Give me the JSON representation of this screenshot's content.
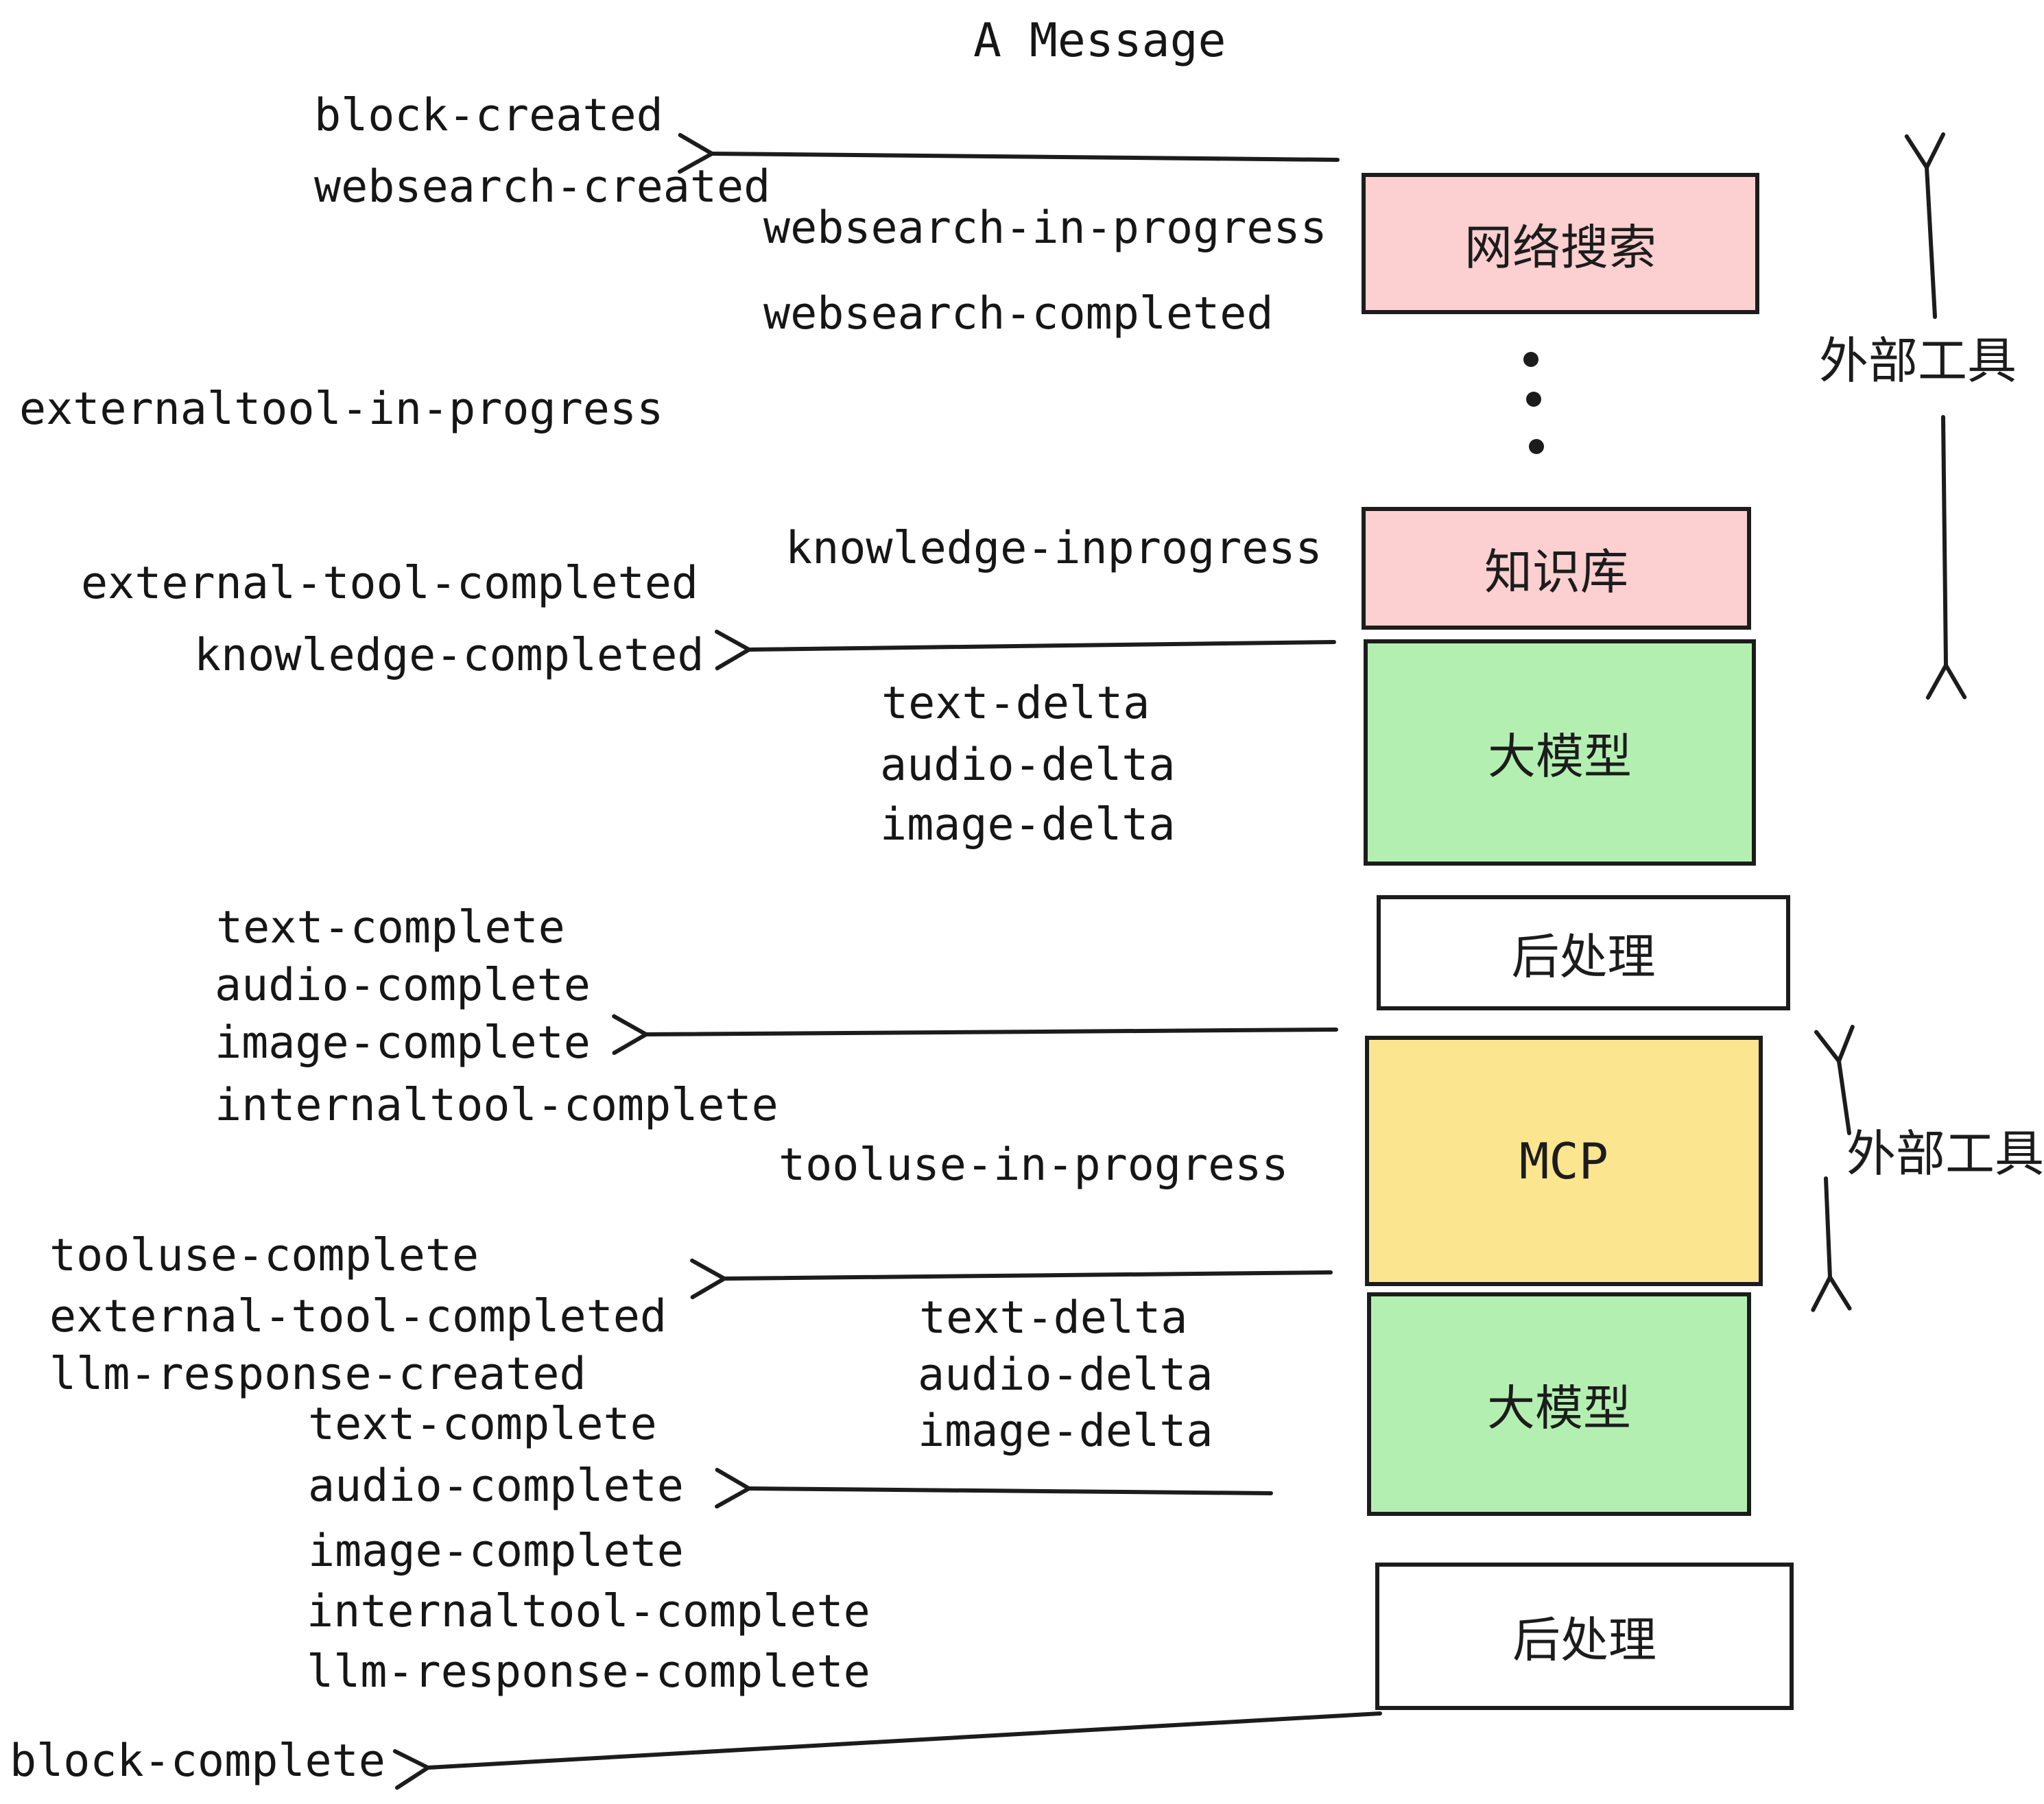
{
  "title": "A Message",
  "colors": {
    "ink": "#1c1c1c",
    "pink": "#fccfd0",
    "green": "#b4efb2",
    "yellow": "#fbe58f",
    "white": "#ffffff"
  },
  "boxes": [
    {
      "label": "网络搜索"
    },
    {
      "label": "知识库"
    },
    {
      "label": "大模型"
    },
    {
      "label": "后处理"
    },
    {
      "label": "MCP"
    },
    {
      "label": "大模型"
    },
    {
      "label": "后处理"
    }
  ],
  "side_labels": [
    {
      "text": "外部工具"
    },
    {
      "text": "外部工具"
    }
  ],
  "icons": [
    {
      "name": "vertical-ellipsis-dots"
    },
    {
      "name": "left-arrow"
    },
    {
      "name": "up-arrow"
    },
    {
      "name": "down-arrow"
    }
  ],
  "events": [
    {
      "text": "block-created"
    },
    {
      "text": "websearch-created"
    },
    {
      "text": "websearch-in-progress"
    },
    {
      "text": "websearch-completed"
    },
    {
      "text": "externaltool-in-progress"
    },
    {
      "text": "knowledge-inprogress"
    },
    {
      "text": "external-tool-completed"
    },
    {
      "text": "knowledge-completed"
    },
    {
      "text": "text-delta"
    },
    {
      "text": "audio-delta"
    },
    {
      "text": "image-delta"
    },
    {
      "text": "text-complete"
    },
    {
      "text": "audio-complete"
    },
    {
      "text": "image-complete"
    },
    {
      "text": "internaltool-complete"
    },
    {
      "text": "tooluse-in-progress"
    },
    {
      "text": "tooluse-complete"
    },
    {
      "text": "external-tool-completed"
    },
    {
      "text": "llm-response-created"
    },
    {
      "text": "text-delta"
    },
    {
      "text": "audio-delta"
    },
    {
      "text": "image-delta"
    },
    {
      "text": "text-complete"
    },
    {
      "text": "audio-complete"
    },
    {
      "text": "image-complete"
    },
    {
      "text": "internaltool-complete"
    },
    {
      "text": "llm-response-complete"
    },
    {
      "text": "block-complete"
    }
  ]
}
